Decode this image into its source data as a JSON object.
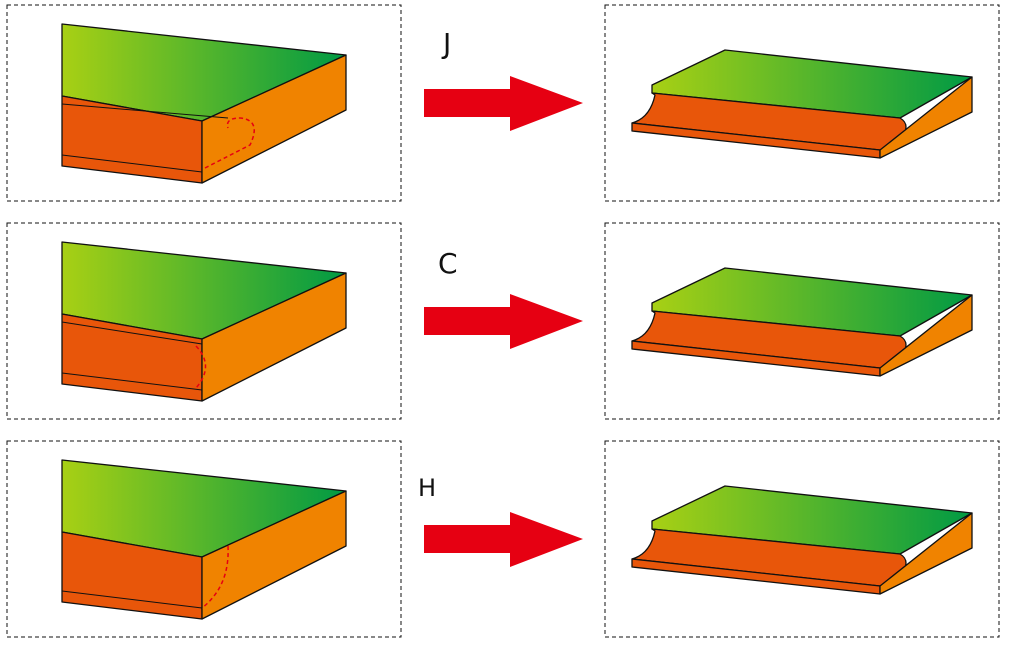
{
  "labels": [
    "J",
    "C",
    "H"
  ],
  "colors": {
    "green_light": "#a8d014",
    "green_dark": "#009a44",
    "orange_front": "#e8560a",
    "orange_side": "#f08300",
    "arrow": "#e60012",
    "dash": "#e60012"
  }
}
